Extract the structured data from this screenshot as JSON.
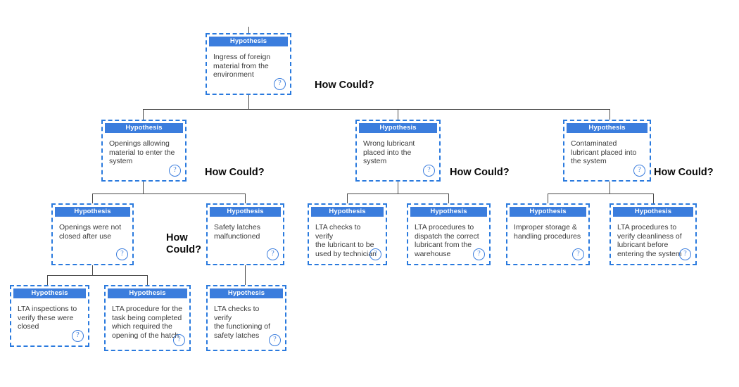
{
  "diagram": {
    "title": "How Could? cause tree",
    "node_header_label": "Hypothesis",
    "help_icon_glyph": "?",
    "colors": {
      "header_fill": "#3b7ddd",
      "node_border": "#2a7ade",
      "connector": "#4a4a4a",
      "label_text": "#0a0a0a",
      "body_text": "#3b3b3b"
    },
    "labels": [
      {
        "name": "how-could-label-1",
        "text": "How Could?"
      },
      {
        "name": "how-could-label-2",
        "text": "How Could?"
      },
      {
        "name": "how-could-label-3",
        "text": "How Could?"
      },
      {
        "name": "how-could-label-4",
        "text": "How Could?"
      },
      {
        "name": "how-could-label-5",
        "text": "How\nCould?"
      }
    ],
    "nodes": [
      {
        "id": "root",
        "header": "Hypothesis",
        "text": "Ingress of foreign\nmaterial from the\nenvironment"
      },
      {
        "id": "r2c1",
        "header": "Hypothesis",
        "text": "Openings allowing\nmaterial to enter the\nsystem"
      },
      {
        "id": "r2c2",
        "header": "Hypothesis",
        "text": "Wrong lubricant\nplaced into the\nsystem"
      },
      {
        "id": "r2c3",
        "header": "Hypothesis",
        "text": "Contaminated\nlubricant placed into\nthe system"
      },
      {
        "id": "r3c1",
        "header": "Hypothesis",
        "text": "Openings were not\nclosed after use"
      },
      {
        "id": "r3c2",
        "header": "Hypothesis",
        "text": "Safety latches\nmalfunctioned"
      },
      {
        "id": "r3c3",
        "header": "Hypothesis",
        "text": "LTA checks to verify\nthe lubricant to be\nused by technician"
      },
      {
        "id": "r3c4",
        "header": "Hypothesis",
        "text": "LTA procedures to\ndispatch the correct\nlubricant from the\nwarehouse"
      },
      {
        "id": "r3c5",
        "header": "Hypothesis",
        "text": "Improper storage &\nhandling procedures"
      },
      {
        "id": "r3c6",
        "header": "Hypothesis",
        "text": "LTA procedures to\nverify cleanliness of\nlubricant before\nentering the system"
      },
      {
        "id": "r4c1",
        "header": "Hypothesis",
        "text": "LTA inspections to\nverify these were\nclosed"
      },
      {
        "id": "r4c2",
        "header": "Hypothesis",
        "text": "LTA procedure for the\ntask being completed\nwhich required the\nopening of the hatch"
      },
      {
        "id": "r4c3",
        "header": "Hypothesis",
        "text": "LTA checks to verify\nthe functioning of\nsafety latches"
      }
    ]
  }
}
